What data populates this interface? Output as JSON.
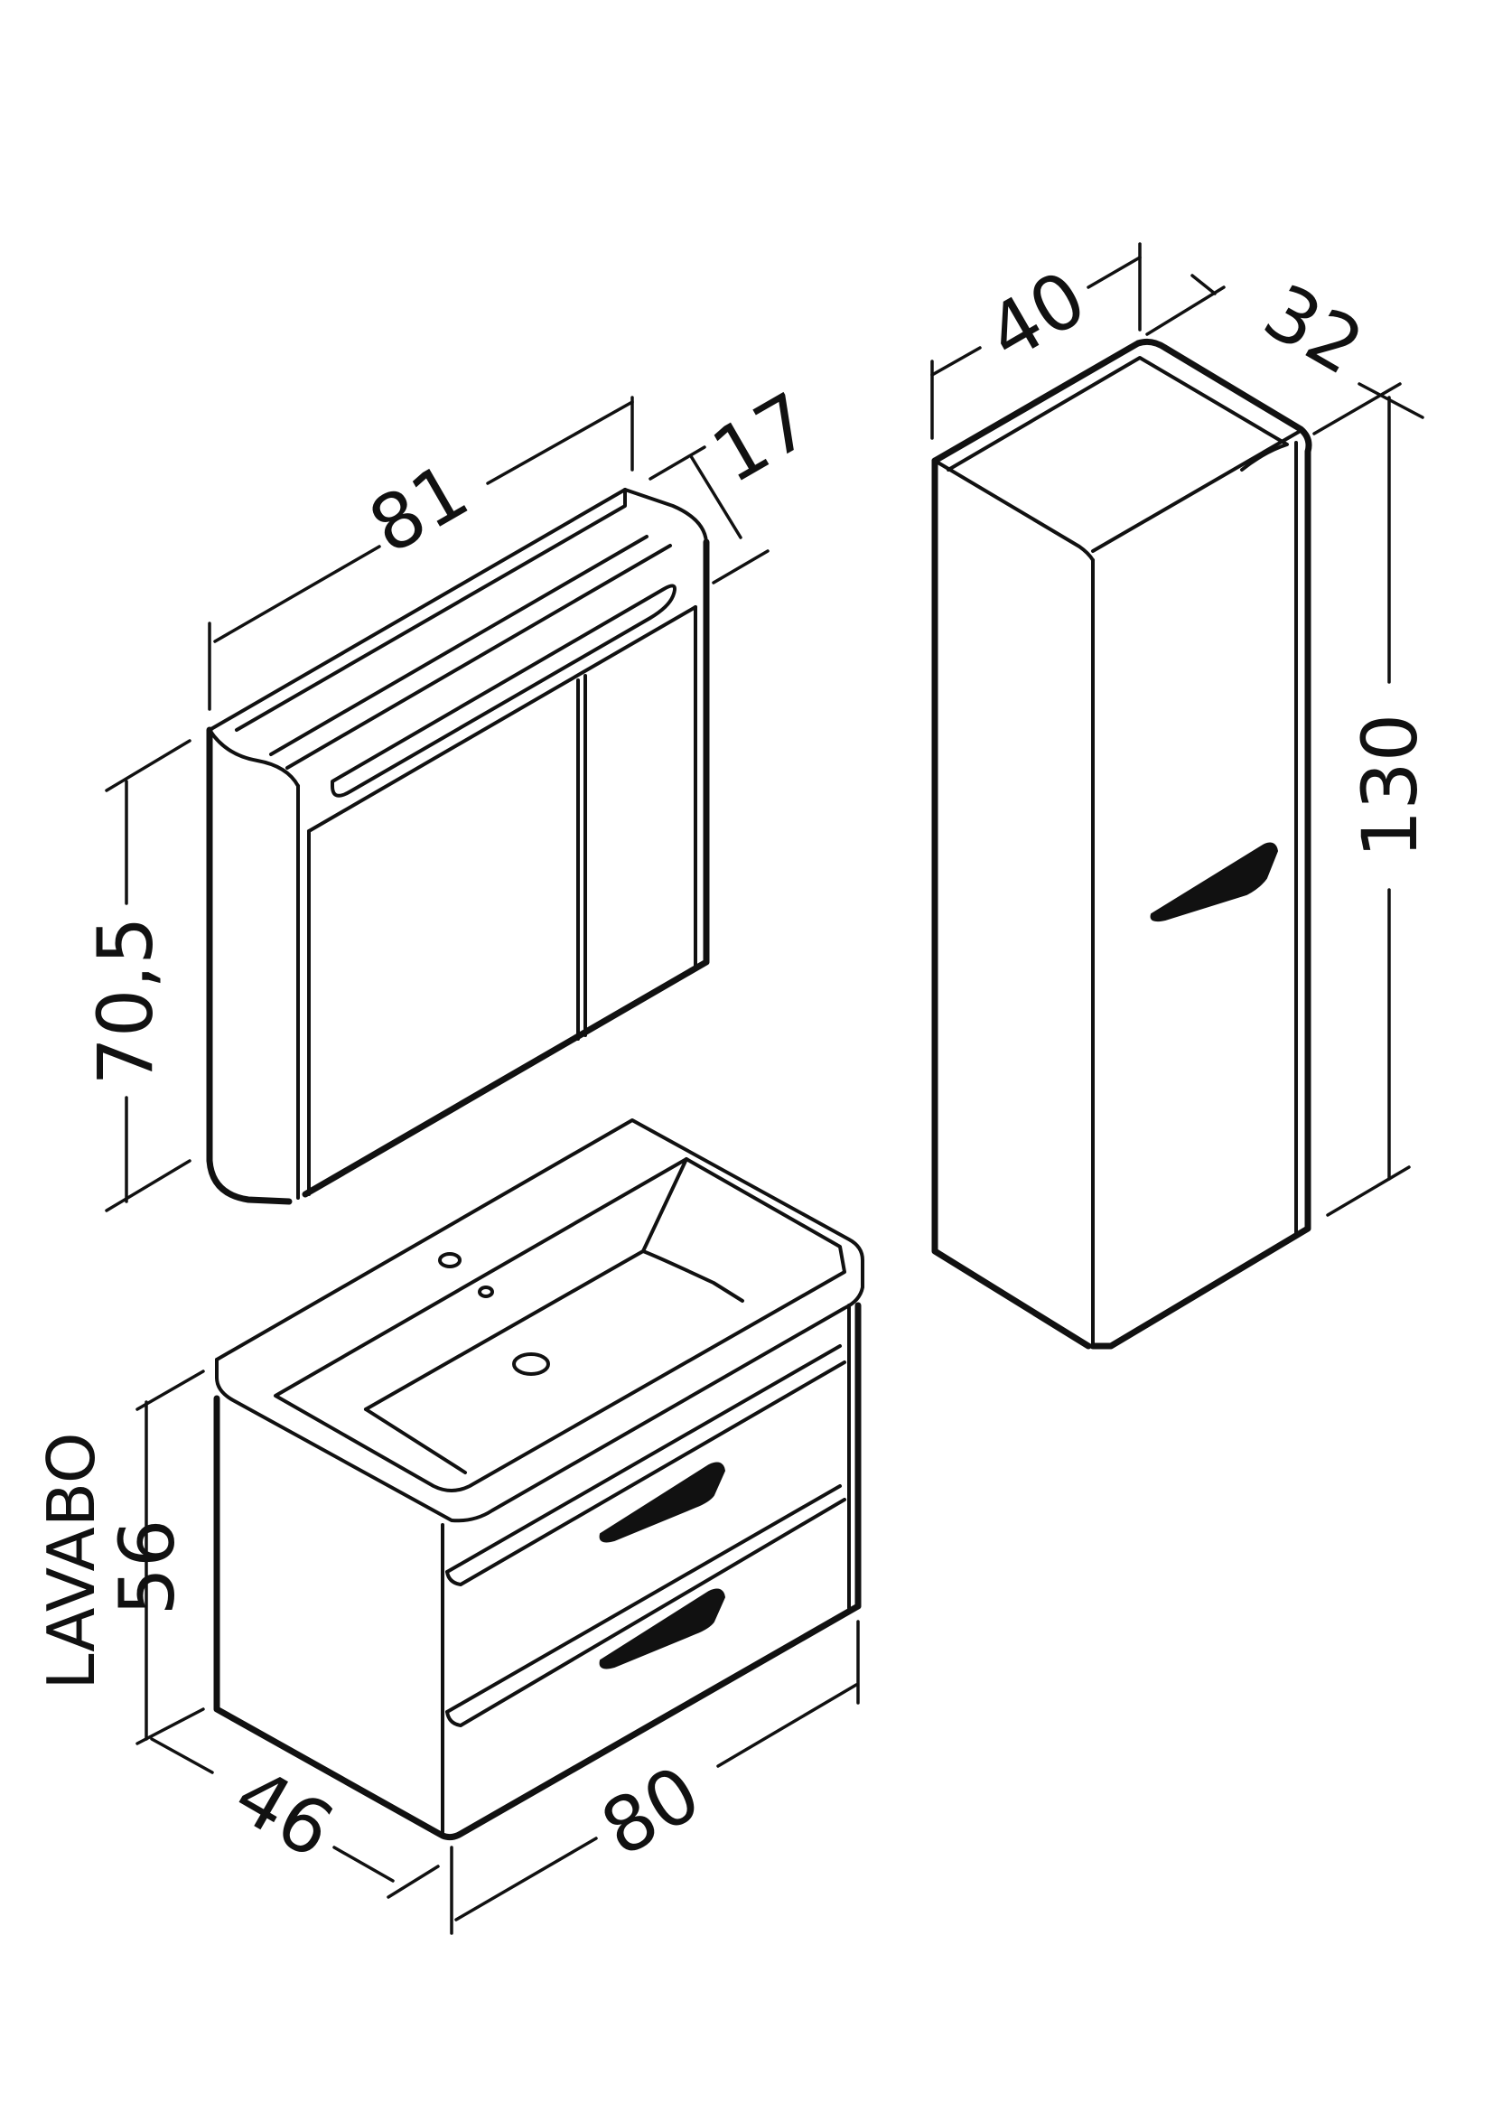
{
  "units_note": "",
  "mirror_cabinet": {
    "width": "81",
    "depth": "17",
    "height": "70,5"
  },
  "tall_cabinet": {
    "width": "40",
    "depth": "32",
    "height": "130"
  },
  "basin_unit": {
    "label": "LAVABO",
    "height": "56",
    "depth": "46",
    "width": "80"
  },
  "colors": {
    "line": "#111111",
    "background": "#ffffff"
  }
}
